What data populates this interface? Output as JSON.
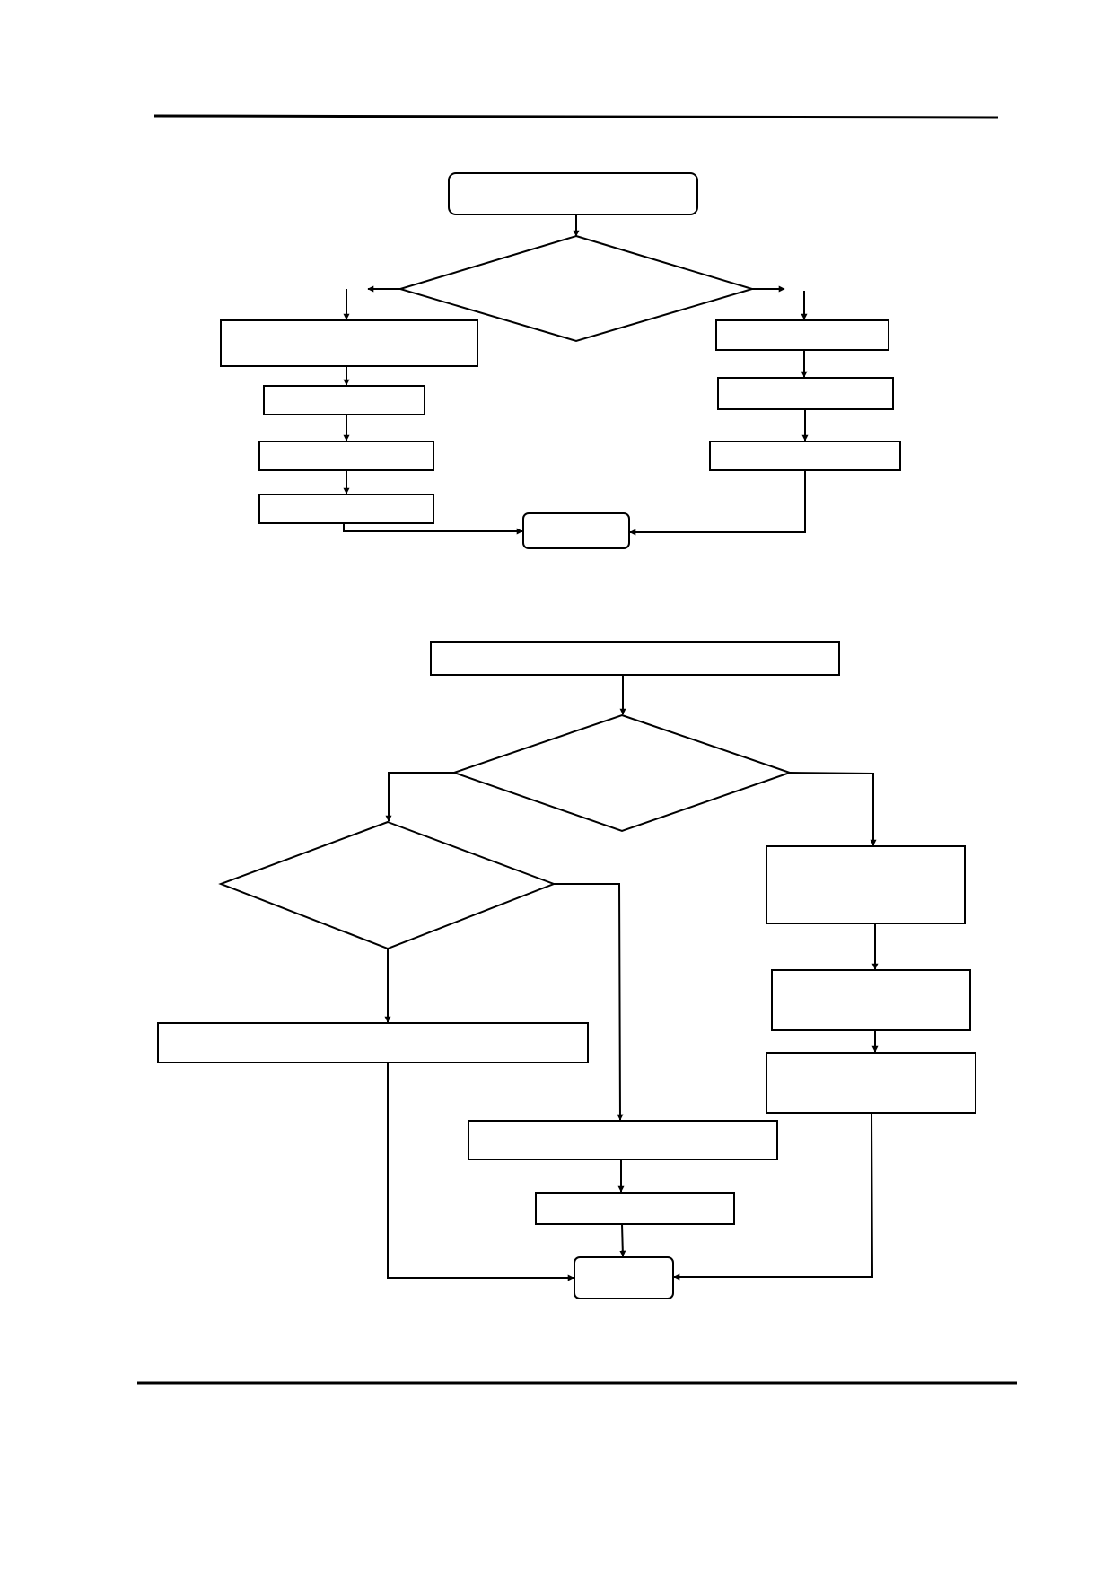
{
  "diagram": {
    "stroke_color": "#000000",
    "background_color": "#ffffff",
    "flowchart_1": {
      "nodes": [
        {
          "id": "f1-start",
          "shape": "rounded-rect",
          "text": ""
        },
        {
          "id": "f1-decision",
          "shape": "diamond",
          "text": ""
        },
        {
          "id": "f1-left-1",
          "shape": "rect",
          "text": ""
        },
        {
          "id": "f1-left-2",
          "shape": "rect",
          "text": ""
        },
        {
          "id": "f1-left-3",
          "shape": "rect",
          "text": ""
        },
        {
          "id": "f1-left-4",
          "shape": "rect",
          "text": ""
        },
        {
          "id": "f1-right-1",
          "shape": "rect",
          "text": ""
        },
        {
          "id": "f1-right-2",
          "shape": "rect",
          "text": ""
        },
        {
          "id": "f1-right-3",
          "shape": "rect",
          "text": ""
        },
        {
          "id": "f1-end",
          "shape": "rounded-rect",
          "text": ""
        }
      ]
    },
    "flowchart_2": {
      "nodes": [
        {
          "id": "f2-start",
          "shape": "rect",
          "text": ""
        },
        {
          "id": "f2-decision-main",
          "shape": "diamond",
          "text": ""
        },
        {
          "id": "f2-decision-sub",
          "shape": "diamond",
          "text": ""
        },
        {
          "id": "f2-left-box",
          "shape": "rect",
          "text": ""
        },
        {
          "id": "f2-mid-box-1",
          "shape": "rect",
          "text": ""
        },
        {
          "id": "f2-mid-box-2",
          "shape": "rect",
          "text": ""
        },
        {
          "id": "f2-right-1",
          "shape": "rect",
          "text": ""
        },
        {
          "id": "f2-right-2",
          "shape": "rect",
          "text": ""
        },
        {
          "id": "f2-right-3",
          "shape": "rect",
          "text": ""
        },
        {
          "id": "f2-end",
          "shape": "rounded-rect",
          "text": ""
        }
      ]
    }
  }
}
